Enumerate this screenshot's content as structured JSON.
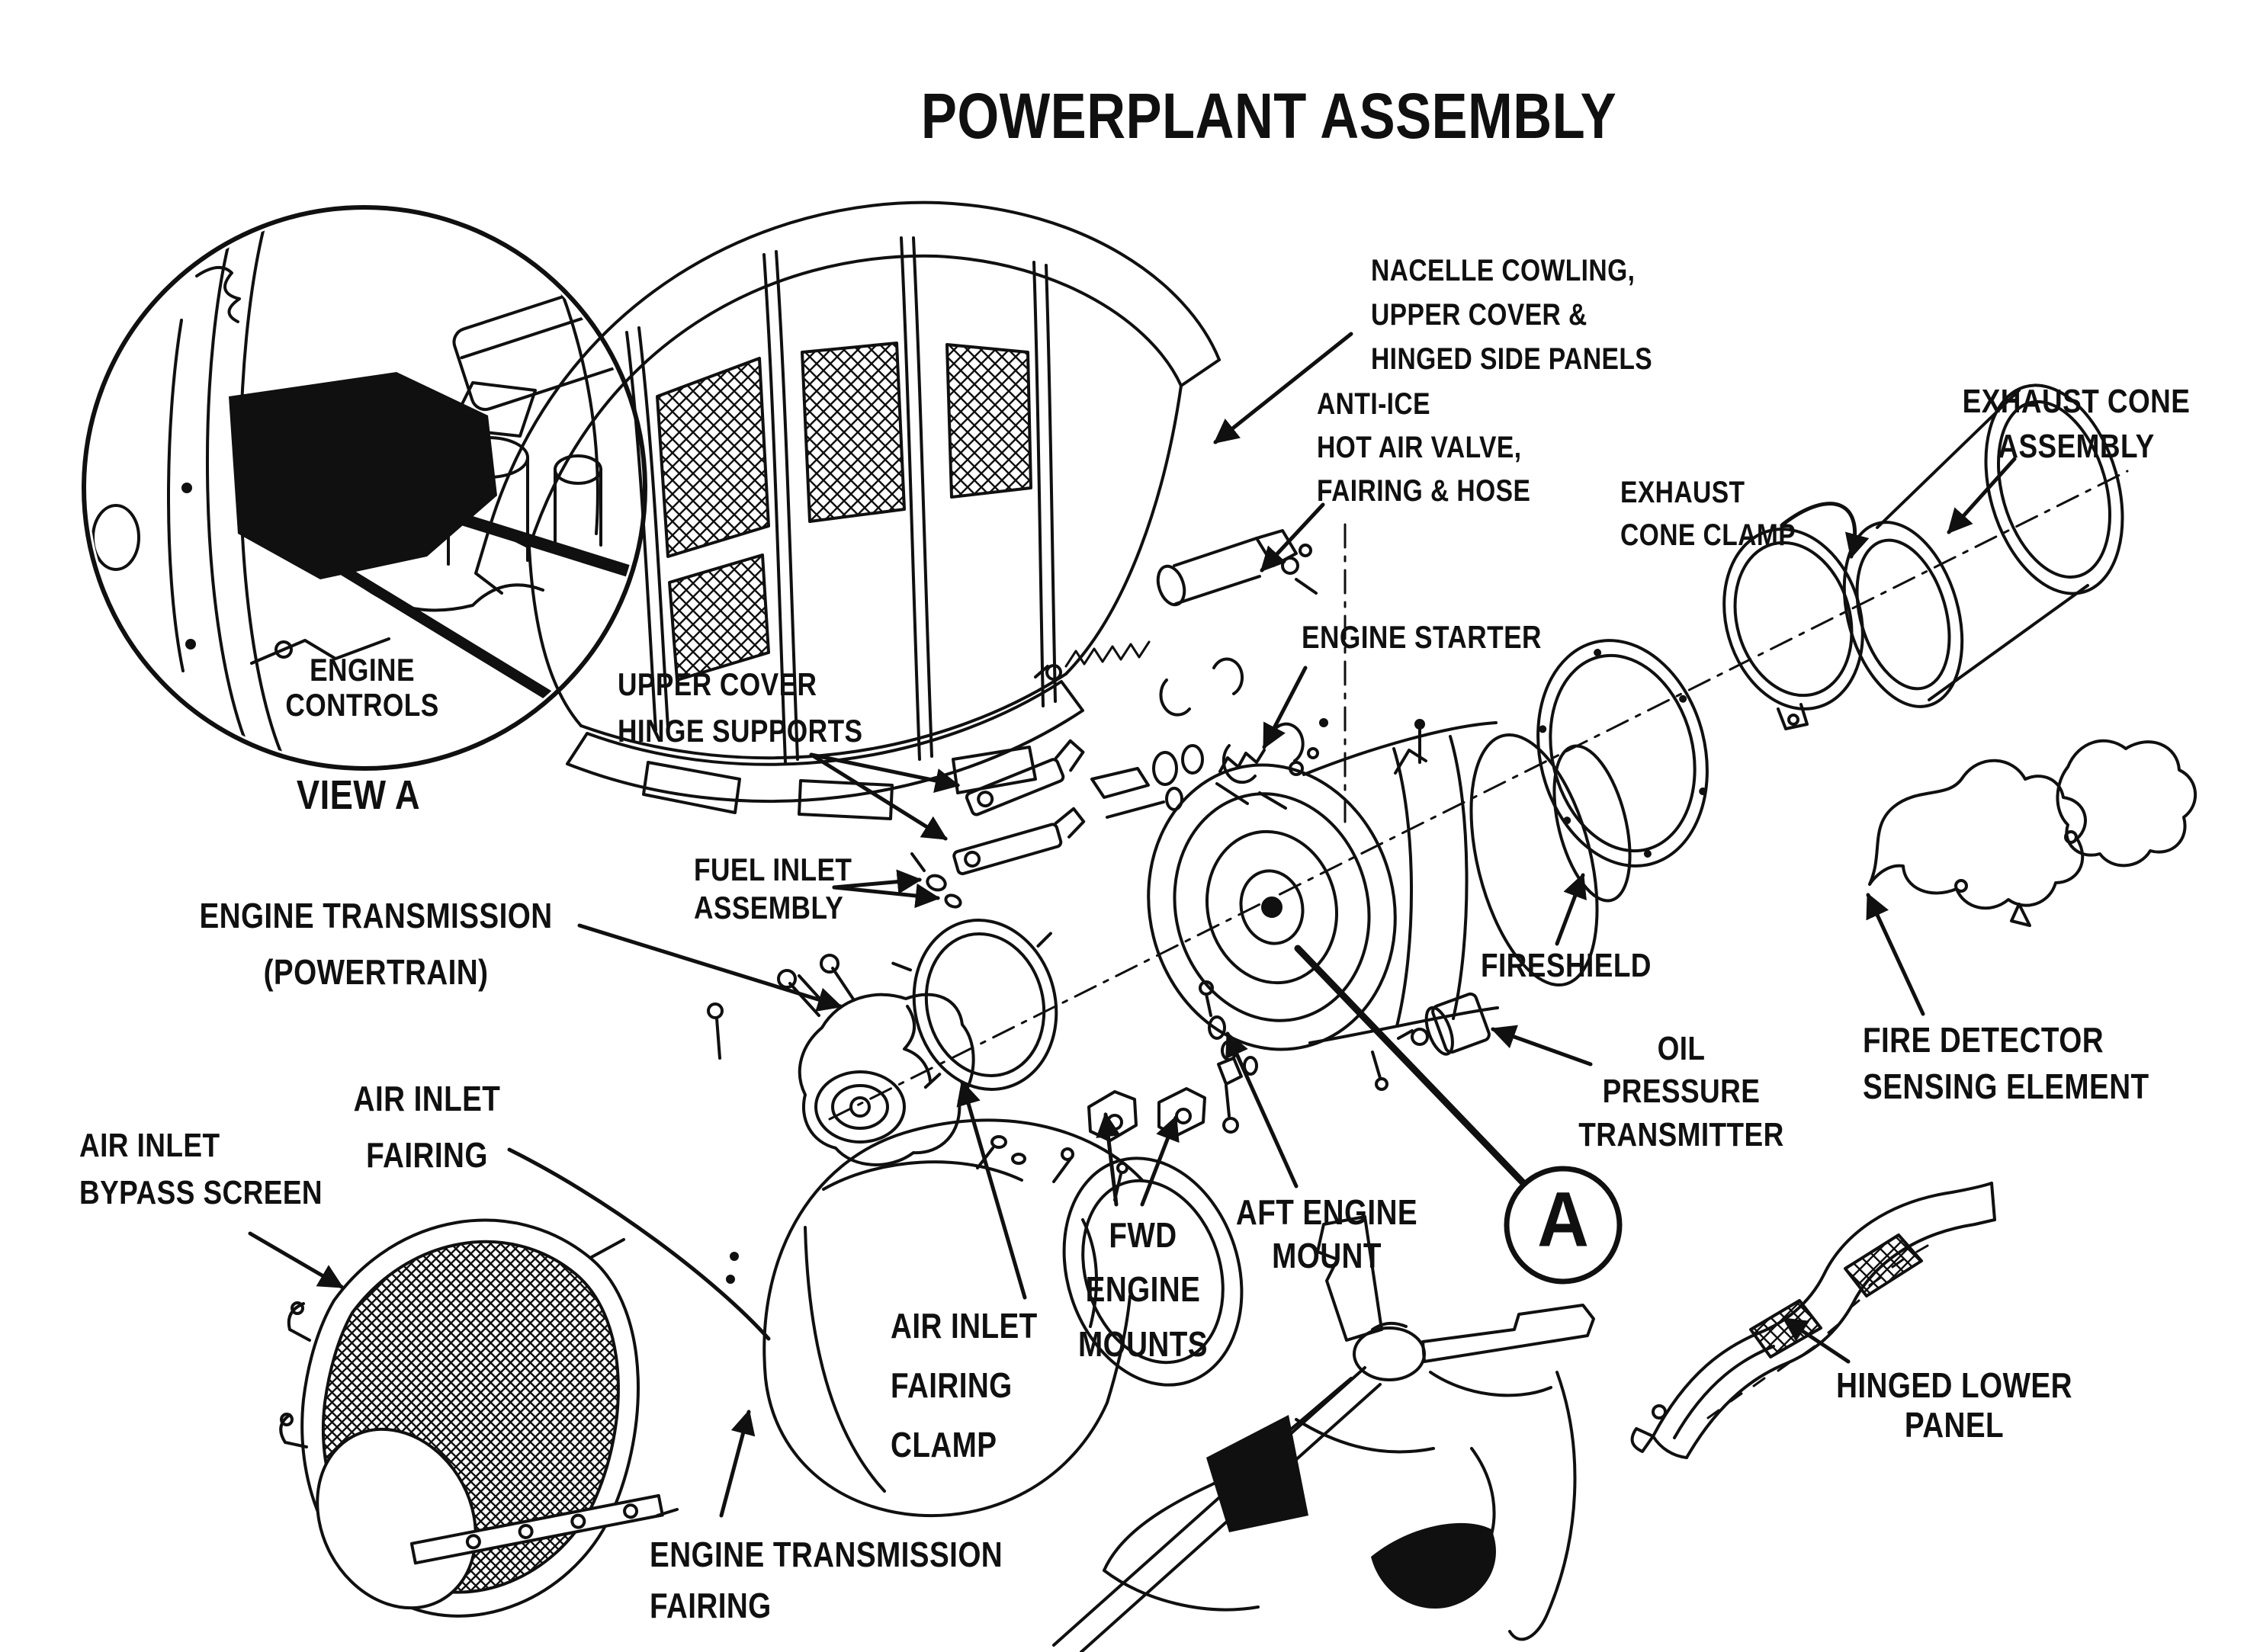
{
  "title": "POWERPLANT ASSEMBLY",
  "inset": {
    "caption_lines": [
      "ENGINE",
      "CONTROLS"
    ],
    "view_label": "VIEW A"
  },
  "detail_marker": "A",
  "colors": {
    "ink": "#101010",
    "paper": "#ffffff"
  },
  "labels": {
    "nacelle_cowling": {
      "lines": [
        "NACELLE COWLING,",
        "UPPER COVER &",
        "HINGED SIDE PANELS"
      ]
    },
    "anti_ice": {
      "lines": [
        "ANTI-ICE",
        "HOT AIR VALVE,",
        "FAIRING & HOSE"
      ]
    },
    "exhaust_cone_clamp": {
      "lines": [
        "EXHAUST",
        "CONE CLAMP"
      ]
    },
    "exhaust_cone_assembly": {
      "lines": [
        "EXHAUST CONE",
        "ASSEMBLY"
      ]
    },
    "engine_starter": {
      "lines": [
        "ENGINE STARTER"
      ]
    },
    "upper_cover_hinge_supports": {
      "lines": [
        "UPPER COVER",
        "HINGE SUPPORTS"
      ]
    },
    "fuel_inlet_assembly": {
      "lines": [
        "FUEL INLET",
        "ASSEMBLY"
      ]
    },
    "engine_transmission_powertrain": {
      "lines": [
        "ENGINE TRANSMISSION",
        "(POWERTRAIN)"
      ]
    },
    "air_inlet_fairing": {
      "lines": [
        "AIR INLET",
        "FAIRING"
      ]
    },
    "air_inlet_bypass_screen": {
      "lines": [
        "AIR INLET",
        "BYPASS SCREEN"
      ]
    },
    "engine_transmission_fairing": {
      "lines": [
        "ENGINE TRANSMISSION",
        "FAIRING"
      ]
    },
    "air_inlet_fairing_clamp": {
      "lines": [
        "AIR INLET",
        "FAIRING",
        "CLAMP"
      ]
    },
    "fwd_engine_mounts": {
      "lines": [
        "FWD",
        "ENGINE",
        "MOUNTS"
      ]
    },
    "aft_engine_mount": {
      "lines": [
        "AFT ENGINE",
        "MOUNT"
      ]
    },
    "oil_pressure_transmitter": {
      "lines": [
        "OIL",
        "PRESSURE",
        "TRANSMITTER"
      ]
    },
    "fireshield": {
      "lines": [
        "FIRESHIELD"
      ]
    },
    "fire_detector": {
      "lines": [
        "FIRE DETECTOR",
        "SENSING ELEMENT"
      ]
    },
    "hinged_lower_panel": {
      "lines": [
        "HINGED LOWER",
        "PANEL"
      ]
    }
  }
}
